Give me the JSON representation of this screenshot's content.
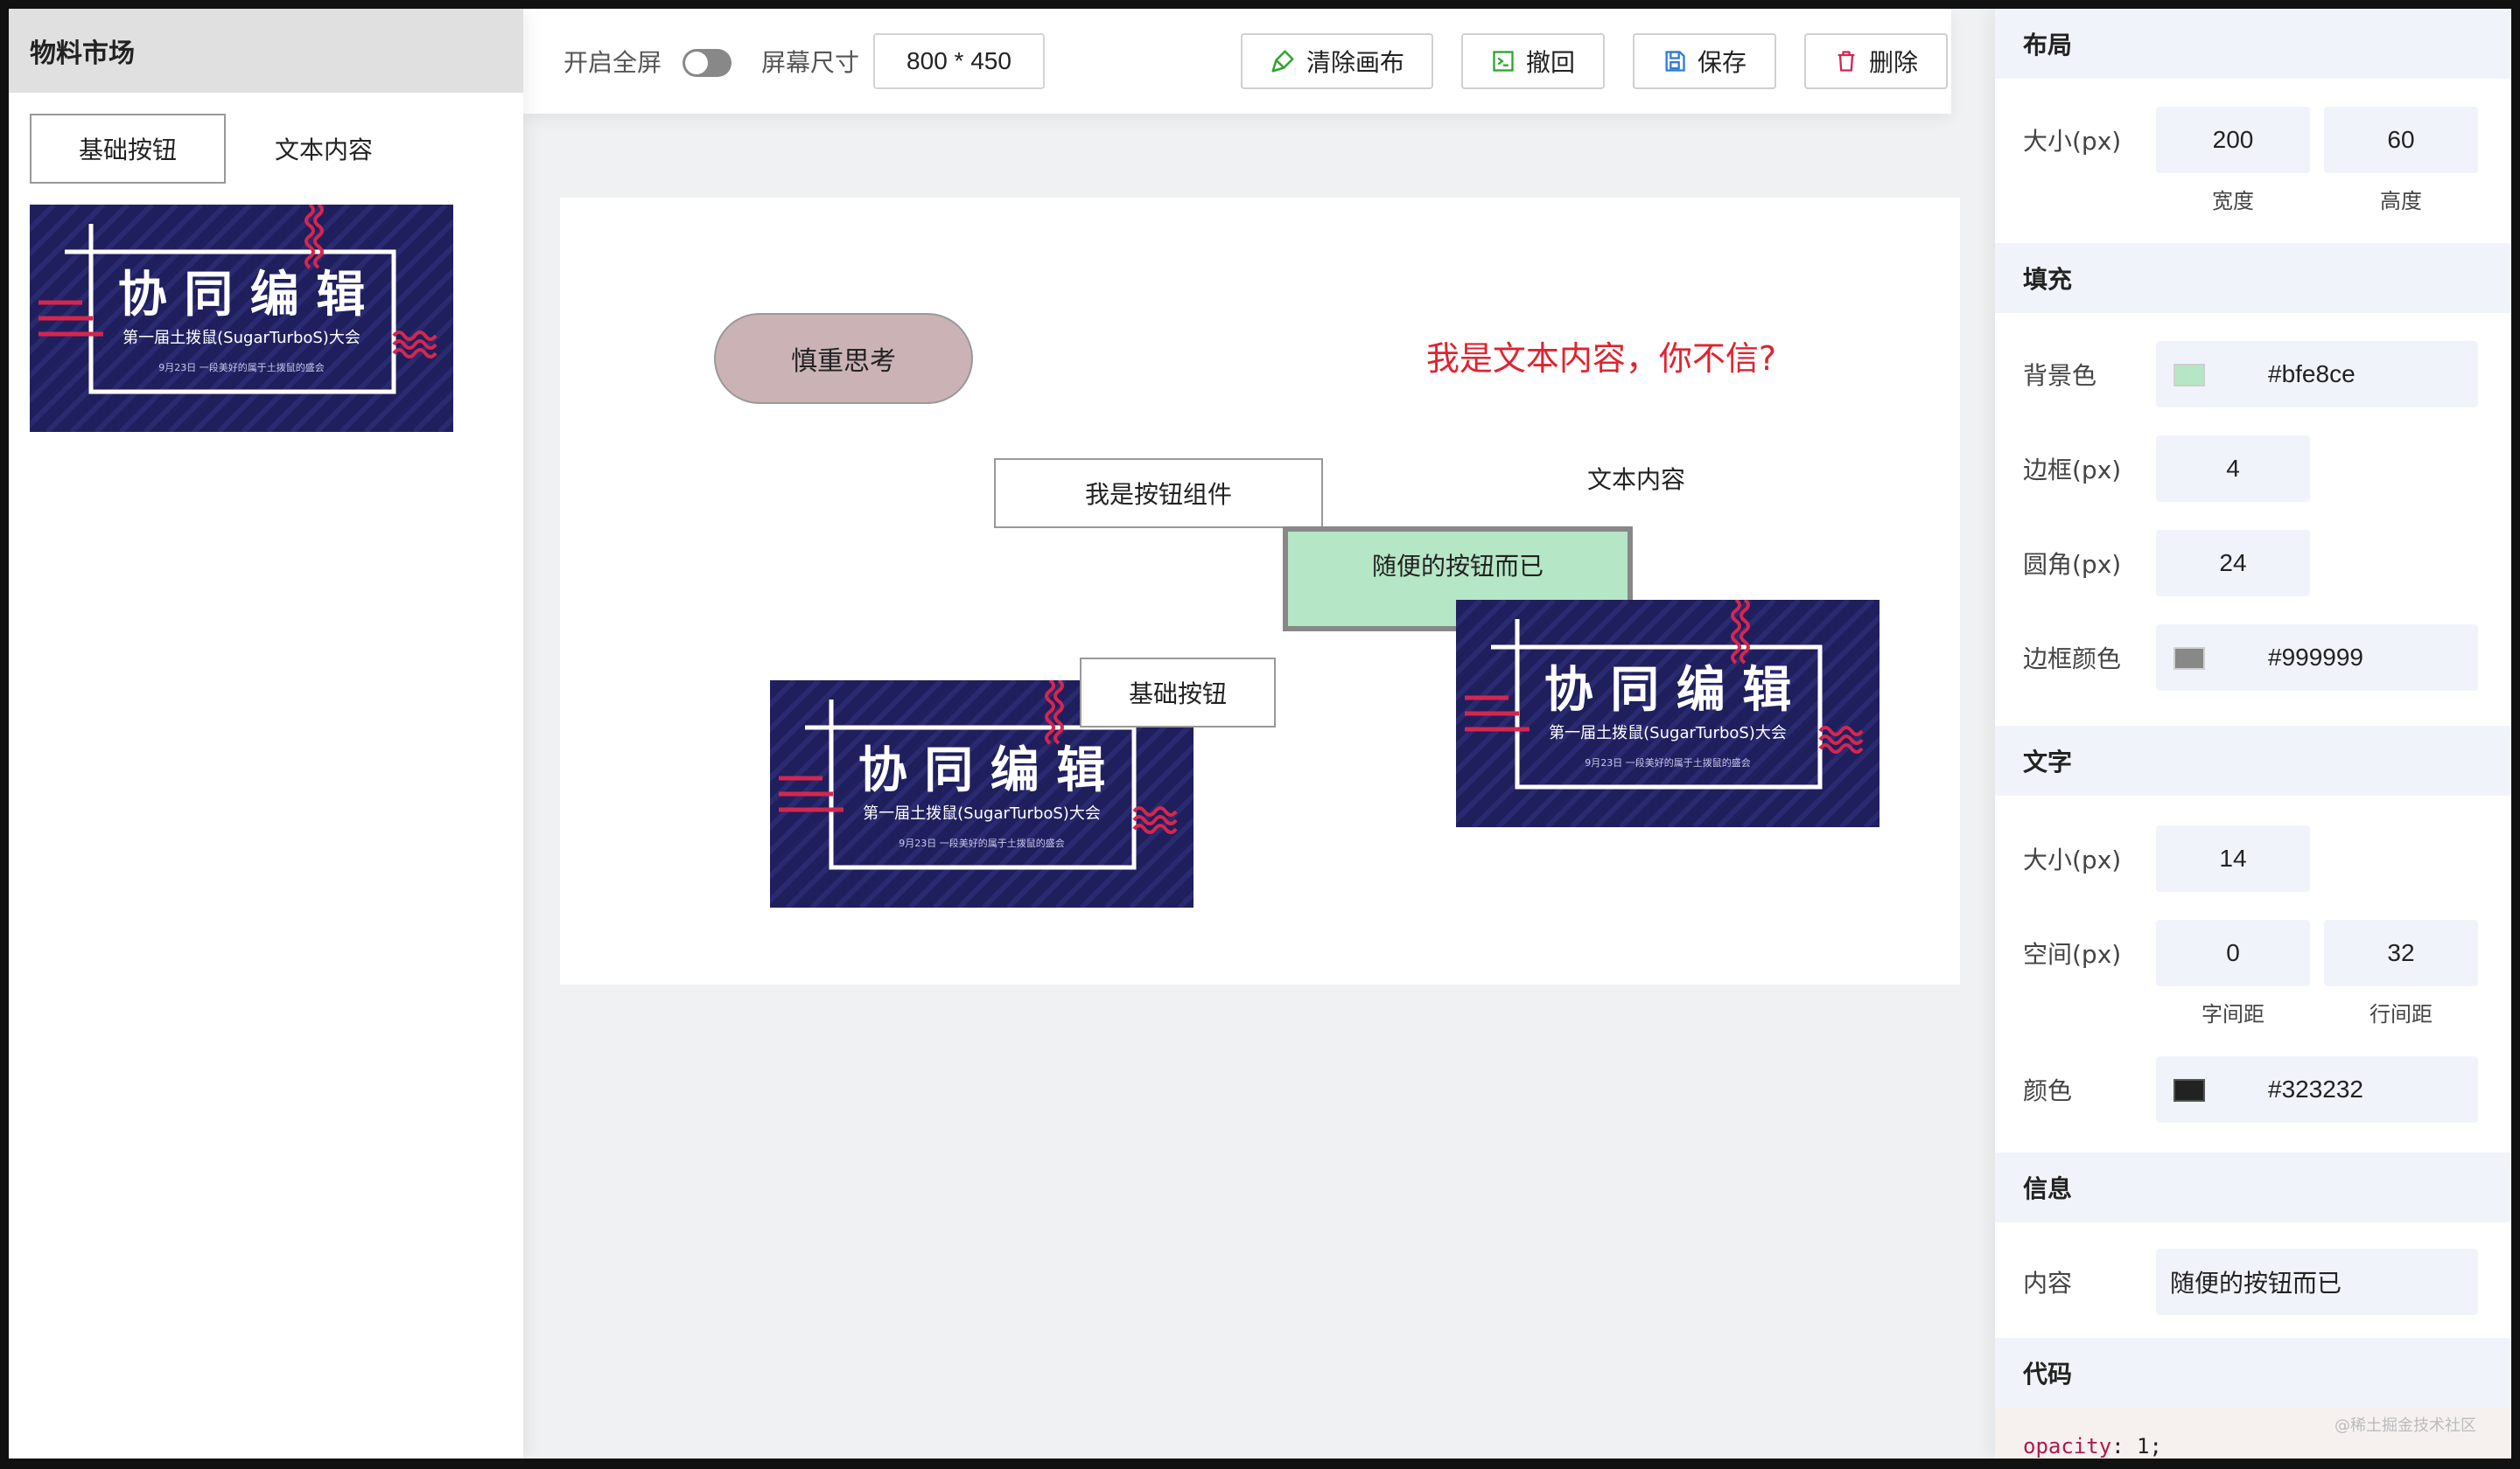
{
  "left_panel": {
    "title": "物料市场",
    "tabs": [
      {
        "label": "基础按钮",
        "active": true
      },
      {
        "label": "文本内容",
        "active": false
      }
    ]
  },
  "banner": {
    "title": "协 同 编 辑",
    "subtitle": "第一届土拨鼠(SugarTurboS)大会",
    "footer": "9月23日  一段美好的属于土拨鼠的盛会",
    "bg_color": "#1f1f5e",
    "accent_color": "#d6264e"
  },
  "toolbar": {
    "fullscreen_label": "开启全屏",
    "fullscreen_on": false,
    "screen_size_label": "屏幕尺寸",
    "screen_size_value": "800 * 450",
    "buttons": [
      {
        "label": "清除画布",
        "icon": "broom-icon",
        "icon_color": "#2ea52e"
      },
      {
        "label": "撤回",
        "icon": "terminal-icon",
        "icon_color": "#2ea52e"
      },
      {
        "label": "保存",
        "icon": "save-icon",
        "icon_color": "#2f7bd6"
      },
      {
        "label": "删除",
        "icon": "trash-icon",
        "icon_color": "#d6264e"
      }
    ]
  },
  "canvas": {
    "components": {
      "pill_button": {
        "label": "慎重思考",
        "bg": "#cbb3b5",
        "border": "#999999"
      },
      "red_text": {
        "label": "我是文本内容，你不信?",
        "color": "#e0232f"
      },
      "button_component": {
        "label": "我是按钮组件"
      },
      "text_content": {
        "label": "文本内容"
      },
      "selected_button": {
        "label": "随便的按钮而已",
        "bg": "#b5e6c5",
        "border": "#888888"
      },
      "basic_button": {
        "label": "基础按钮"
      }
    }
  },
  "properties": {
    "layout": {
      "title": "布局",
      "size_label": "大小(px)",
      "width": "200",
      "height": "60",
      "width_caption": "宽度",
      "height_caption": "高度"
    },
    "fill": {
      "title": "填充",
      "bg_label": "背景色",
      "bg_value": "#bfe8ce",
      "border_label": "边框(px)",
      "border_value": "4",
      "radius_label": "圆角(px)",
      "radius_value": "24",
      "border_color_label": "边框颜色",
      "border_color_value": "#999999"
    },
    "text": {
      "title": "文字",
      "size_label": "大小(px)",
      "size_value": "14",
      "spacing_label": "空间(px)",
      "letter_spacing": "0",
      "line_height": "32",
      "letter_caption": "字间距",
      "line_caption": "行间距",
      "color_label": "颜色",
      "color_value": "#323232"
    },
    "info": {
      "title": "信息",
      "content_label": "内容",
      "content_value": "随便的按钮而已"
    },
    "code": {
      "title": "代码",
      "line_prop": "opacity",
      "line_val": " 1;"
    }
  },
  "watermark": "@稀土掘金技术社区"
}
